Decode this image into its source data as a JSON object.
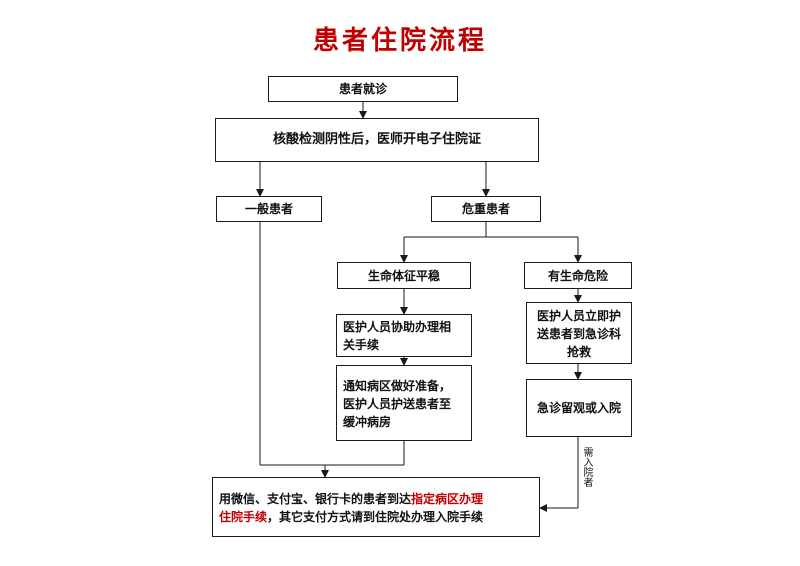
{
  "title": "患者住院流程",
  "colors": {
    "title": "#c00000",
    "highlight": "#c00000",
    "line": "#1a1a1a"
  },
  "nodes": {
    "visit": "患者就诊",
    "nucleic": "核酸检测阴性后，医师开电子住院证",
    "general": "一般患者",
    "critical": "危重患者",
    "stable": "生命体征平稳",
    "danger": "有生命危险",
    "assist": [
      "医护人员协助办理相",
      "关手续"
    ],
    "notify": [
      "通知病区做好准备，",
      "医护人员护送患者至",
      "缓冲病房"
    ],
    "escort": [
      "医护人员立即护",
      "送患者到急诊科",
      "抢救"
    ],
    "observe": "急诊留观或入院",
    "payment": {
      "line1_plain": "用微信、支付宝、银行卡的患者到达",
      "line1_highlight": "指定病区办理",
      "line2_highlight": "住院手续",
      "line2_plain": "，其它支付方式请到住院处办理入院手续"
    }
  },
  "edge_labels": {
    "need_admission": "需入院者"
  }
}
